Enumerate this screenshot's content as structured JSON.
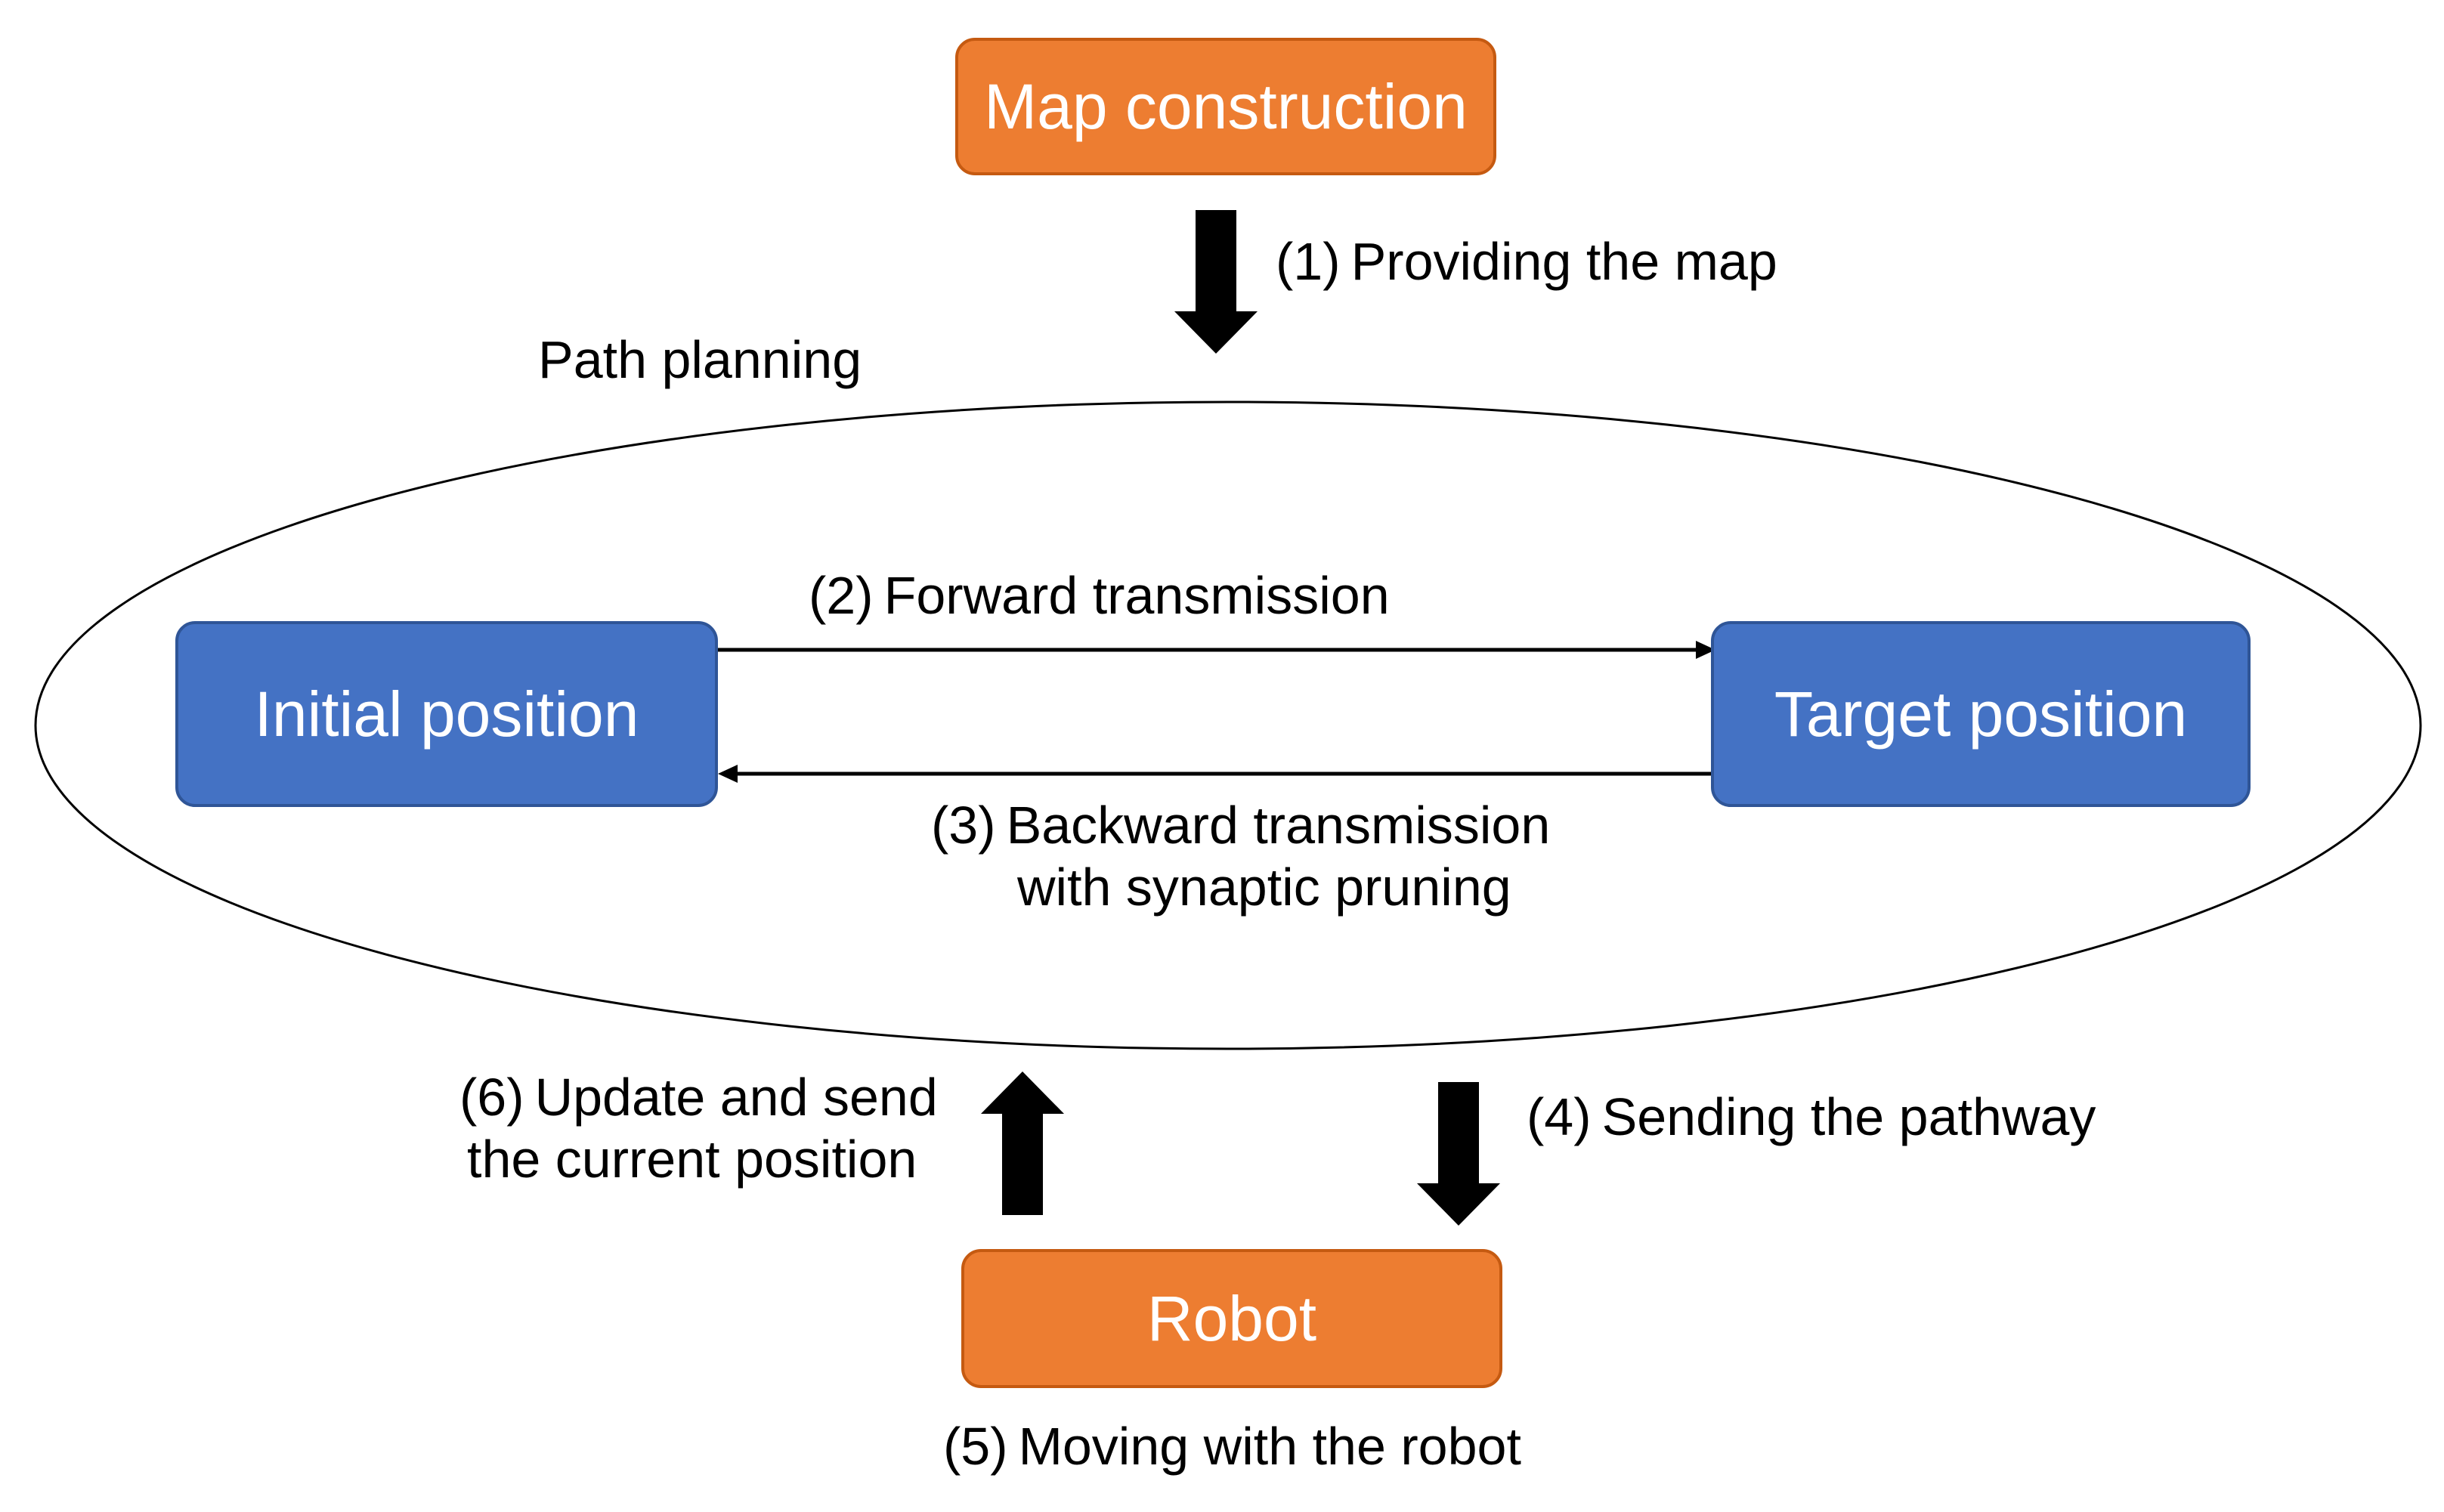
{
  "colors": {
    "orange_fill": "#ED7D31",
    "orange_border": "#C55A11",
    "blue_fill": "#4472C4",
    "blue_border": "#2F5597",
    "arrow": "#000000"
  },
  "nodes": {
    "map_construction": "Map construction",
    "initial_position": "Initial position",
    "target_position": "Target position",
    "robot": "Robot"
  },
  "region": {
    "path_planning": "Path planning"
  },
  "steps": {
    "s1": {
      "num": "(1)",
      "text": "Providing the map"
    },
    "s2": {
      "num": "(2)",
      "text": "Forward transmission"
    },
    "s3": {
      "num": "(3)",
      "line1": "Backward transmission",
      "line2": "with synaptic pruning"
    },
    "s4": {
      "num": "(4)",
      "text": "Sending the pathway"
    },
    "s5": {
      "num": "(5)",
      "text": "Moving with the robot"
    },
    "s6": {
      "num": "(6)",
      "line1": "Update and send",
      "line2": "the current position"
    }
  }
}
